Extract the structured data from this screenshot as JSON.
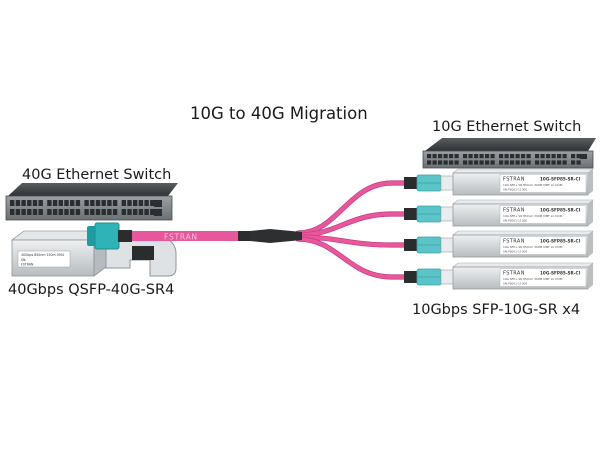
{
  "diagram": {
    "title": "10G to 40G Migration",
    "nodes": {
      "switch_10g": {
        "label": "10G Ethernet Switch"
      },
      "switch_40g": {
        "label": "40G Ethernet Switch"
      },
      "qsfp_40g": {
        "label": "40Gbps QSFP-40G-SR4",
        "module_text": [
          "40Gbps 850nm 150m OM4",
          "SN:",
          "FSTRAN"
        ]
      },
      "sfp_10g": {
        "label": "10Gbps SFP-10G-SR x4",
        "module_brand": "FSTRAN",
        "module_part": "10G-SFP85-SR-CI",
        "module_spec": "10G SFP+ SR 850nm 300M MMF LC DOM",
        "module_sn": "SN:F6001-11300"
      }
    },
    "cable": {
      "brand": "FSTRAN",
      "type": "MTP to 4x LC duplex breakout",
      "legs": 4
    },
    "colors": {
      "cable": "#e8569c",
      "cable_dark": "#c43e80",
      "mtp_connector": "#2fb3b7",
      "lc_connector": "#5bc4c9",
      "switch_body": "#3a3a3a",
      "switch_front": "#8a8f94",
      "module_metal": "#cfd3d6",
      "text": "#1a1a1a"
    }
  }
}
